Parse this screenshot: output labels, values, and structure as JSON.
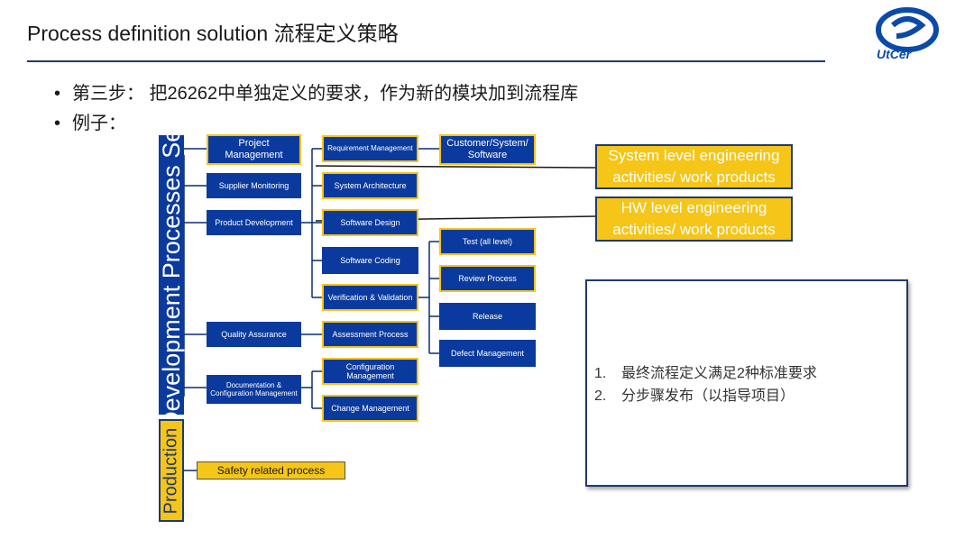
{
  "title": "Process definition solution 流程定义策略",
  "logo_text": "UtCer",
  "bullets": [
    "第三步： 把26262中单独定义的要求，作为新的模块加到流程库",
    "例子："
  ],
  "diagram": {
    "dev_set_label": "Development Processes Set",
    "production_label": "Production",
    "level1": {
      "project_management": "Project Management",
      "supplier_monitoring": "Supplier Monitoring",
      "product_development": "Product Development",
      "quality_assurance": "Quality Assurance",
      "doc_config_management": "Documentation & Configuration Management"
    },
    "level2": {
      "requirement_management": "Requirement Management",
      "system_architecture": "System Architecture",
      "software_design": "Software Design",
      "software_coding": "Software Coding",
      "verification_validation": "Verification & Validation",
      "assessment_process": "Assessment Process",
      "configuration_management": "Configuration Management",
      "change_management": "Change Management"
    },
    "level3": {
      "customer_system_software": "Customer/System/ Software",
      "test_all_level": "Test (all level)",
      "review_process": "Review Process",
      "release": "Release",
      "defect_management": "Defect Management"
    },
    "safety_related_process": "Safety related process",
    "callouts": {
      "system_level": [
        "System level engineering",
        "activities/  work products"
      ],
      "hw_level": [
        "HW level engineering",
        "activities/  work products"
      ]
    },
    "colors": {
      "box_blue": "#0b3a9e",
      "accent_yellow": "#f5c518",
      "navy": "#1f3a6e"
    }
  },
  "notes": [
    {
      "num": "1.",
      "text": "最终流程定义满足2种标准要求"
    },
    {
      "num": "2.",
      "text": "分步骤发布（以指导项目）"
    }
  ]
}
